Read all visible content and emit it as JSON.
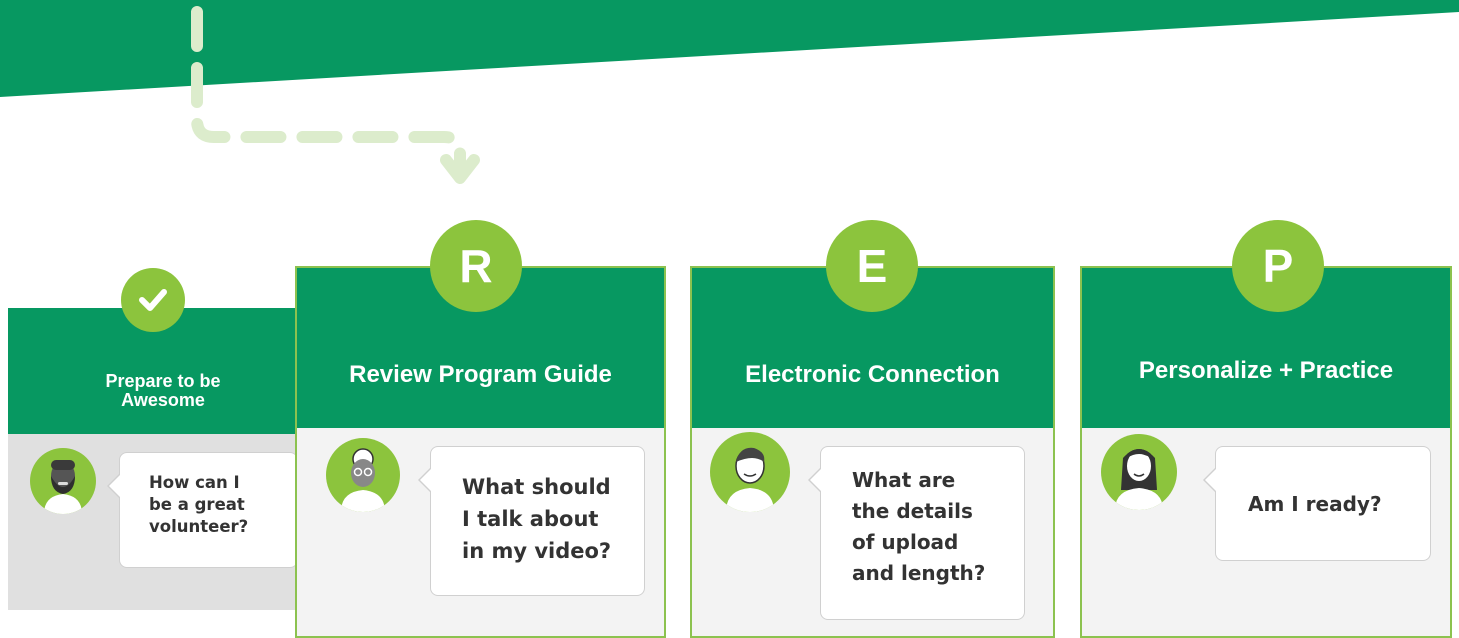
{
  "colors": {
    "dark_green": "#079861",
    "light_green": "#8cc43d",
    "card_body": "#f3f3f3",
    "first_card_body": "#e0e0e0"
  },
  "steps": [
    {
      "badge_icon": "checkmark-icon",
      "title": "Prepare to be Awesome",
      "avatar_icon": "bearded-man-avatar-icon",
      "question": "How can I\nbe a great\nvolunteer?"
    },
    {
      "badge_letter": "R",
      "title": "Review Program Guide",
      "avatar_icon": "older-woman-avatar-icon",
      "question": "What should\nI talk about\nin my video?"
    },
    {
      "badge_letter": "E",
      "title": "Electronic Connection",
      "avatar_icon": "young-man-avatar-icon",
      "question": "What are\nthe details\nof upload\nand length?"
    },
    {
      "badge_letter": "P",
      "title": "Personalize + Practice",
      "avatar_icon": "woman-long-hair-avatar-icon",
      "question": "Am I ready?"
    }
  ]
}
